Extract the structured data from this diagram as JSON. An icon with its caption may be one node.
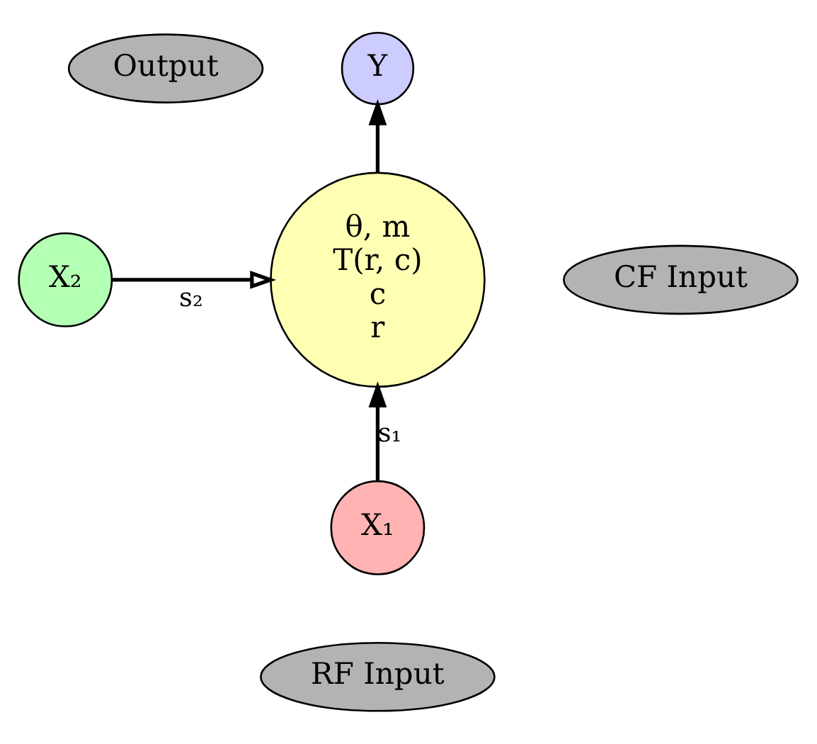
{
  "diagram": {
    "nodes": [
      {
        "text": [
          "Output"
        ]
      },
      {
        "text": [
          "Y"
        ]
      },
      {
        "text": [
          "CF Input"
        ]
      },
      {
        "text": [
          "θ, m",
          "T(r, c)",
          "c",
          "r"
        ]
      },
      {
        "text": [
          "X₂"
        ]
      },
      {
        "text": [
          "X₁"
        ]
      },
      {
        "text": [
          "RF Input"
        ]
      }
    ],
    "edges": [
      {
        "from": 3,
        "to": 1,
        "arrow": "to"
      },
      {
        "from": 4,
        "to": 3,
        "arrow": "to",
        "label": "s₂"
      },
      {
        "from": 5,
        "to": 3,
        "arrow": "to",
        "label": "s₁"
      }
    ]
  }
}
